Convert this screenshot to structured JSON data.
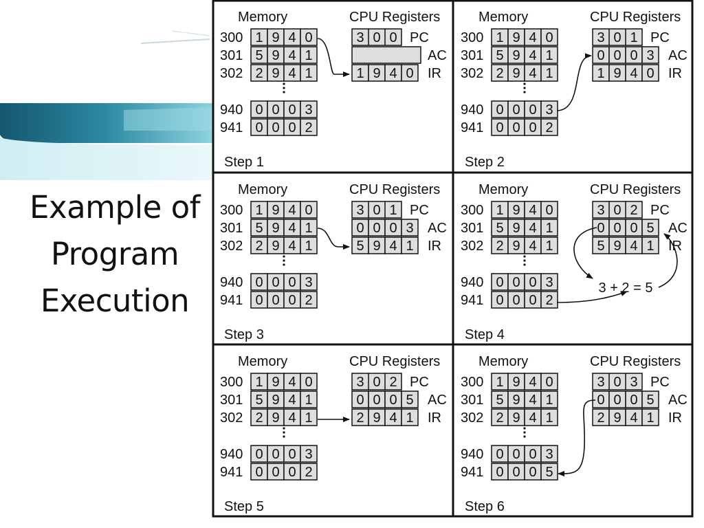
{
  "slide": {
    "title_lines": [
      "Example of",
      "Program",
      "Execution"
    ]
  },
  "labels": {
    "memory": "Memory",
    "cpu_registers": "CPU Registers",
    "pc": "PC",
    "ac": "AC",
    "ir": "IR"
  },
  "memory_addresses": [
    "300",
    "301",
    "302",
    "940",
    "941"
  ],
  "steps": [
    {
      "label": "Step 1",
      "memory": [
        "1940",
        "5941",
        "2941",
        "0003",
        "0002"
      ],
      "pc": "300",
      "ac": "",
      "ir": "1940",
      "annotation": ""
    },
    {
      "label": "Step 2",
      "memory": [
        "1940",
        "5941",
        "2941",
        "0003",
        "0002"
      ],
      "pc": "301",
      "ac": "0003",
      "ir": "1940",
      "annotation": ""
    },
    {
      "label": "Step 3",
      "memory": [
        "1940",
        "5941",
        "2941",
        "0003",
        "0002"
      ],
      "pc": "301",
      "ac": "0003",
      "ir": "5941",
      "annotation": ""
    },
    {
      "label": "Step 4",
      "memory": [
        "1940",
        "5941",
        "2941",
        "0003",
        "0002"
      ],
      "pc": "302",
      "ac": "0005",
      "ir": "5941",
      "annotation": "3 + 2 = 5"
    },
    {
      "label": "Step 5",
      "memory": [
        "1940",
        "5941",
        "2941",
        "0003",
        "0002"
      ],
      "pc": "302",
      "ac": "0005",
      "ir": "2941",
      "annotation": ""
    },
    {
      "label": "Step 6",
      "memory": [
        "1940",
        "5941",
        "2941",
        "0003",
        "0005"
      ],
      "pc": "303",
      "ac": "0005",
      "ir": "2941",
      "annotation": ""
    }
  ],
  "colors": {
    "cell_fill": "#dedede",
    "line": "#111111",
    "swoosh_dark": "#2a7f95",
    "swoosh_light": "#a6dde6"
  }
}
